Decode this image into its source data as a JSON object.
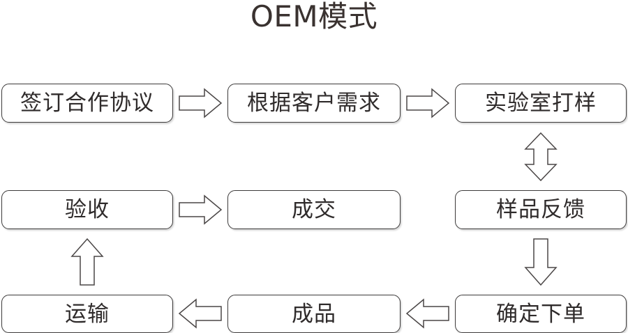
{
  "diagram": {
    "title": "OEM模式",
    "type": "process-flowchart",
    "nodes": [
      {
        "id": "n1",
        "label": "签订合作协议",
        "row": 1,
        "col": 1
      },
      {
        "id": "n2",
        "label": "根据客户需求",
        "row": 1,
        "col": 2
      },
      {
        "id": "n3",
        "label": "实验室打样",
        "row": 1,
        "col": 3
      },
      {
        "id": "n4",
        "label": "验收",
        "row": 2,
        "col": 1
      },
      {
        "id": "n5",
        "label": "成交",
        "row": 2,
        "col": 2
      },
      {
        "id": "n6",
        "label": "样品反馈",
        "row": 2,
        "col": 3
      },
      {
        "id": "n7",
        "label": "运输",
        "row": 3,
        "col": 1
      },
      {
        "id": "n8",
        "label": "成品",
        "row": 3,
        "col": 2
      },
      {
        "id": "n9",
        "label": "确定下单",
        "row": 3,
        "col": 3
      }
    ],
    "connectors": [
      {
        "id": "a1",
        "from": "n1",
        "to": "n2",
        "direction": "right"
      },
      {
        "id": "a2",
        "from": "n2",
        "to": "n3",
        "direction": "right"
      },
      {
        "id": "a3",
        "from": "n3",
        "to": "n6",
        "direction": "up-down"
      },
      {
        "id": "a4",
        "from": "n6",
        "to": "n9",
        "direction": "down"
      },
      {
        "id": "a5",
        "from": "n9",
        "to": "n8",
        "direction": "left"
      },
      {
        "id": "a6",
        "from": "n8",
        "to": "n7",
        "direction": "left"
      },
      {
        "id": "a7",
        "from": "n7",
        "to": "n4",
        "direction": "up"
      },
      {
        "id": "a8",
        "from": "n4",
        "to": "n5",
        "direction": "right"
      }
    ],
    "colors": {
      "background": "#ffffff",
      "title_text": "#3a3230",
      "node_border": "#3c3a3a",
      "node_fill": "#ffffff",
      "node_text": "#2f2b2b",
      "arrow_stroke": "#4a4646",
      "arrow_fill": "#ffffff"
    }
  }
}
